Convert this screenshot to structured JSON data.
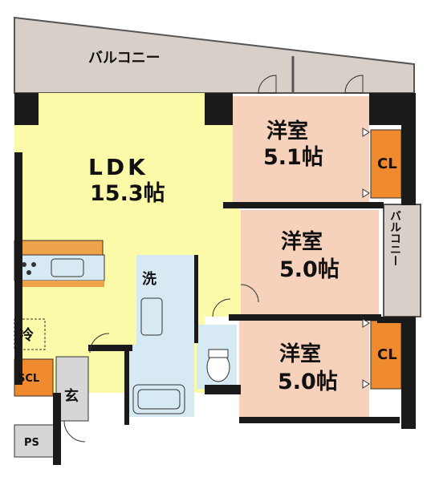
{
  "rooms": {
    "balcony_top": "バルコニー",
    "balcony_right": "バルコニー",
    "ldk": {
      "name": "LDK",
      "area": "15.3帖"
    },
    "bedroom1": {
      "name": "洋室",
      "area": "5.1帖"
    },
    "bedroom2": {
      "name": "洋室",
      "area": "5.0帖"
    },
    "bedroom3": {
      "name": "洋室",
      "area": "5.0帖"
    },
    "closet1": "CL",
    "closet2": "CL",
    "washroom": "洗",
    "fridge": "冷",
    "scl": "SCL",
    "entrance": "玄",
    "ps": "PS"
  },
  "colors": {
    "wall": "#1a1a1a",
    "ldk_floor": "#fbfaa9",
    "bedroom_floor": "#f6d2bd",
    "balcony": "#d8d0c8",
    "closet": "#f08a2e",
    "wet_area": "#d7eaf3",
    "kitchen_counter": "#f0a24a",
    "entrance": "#d6d6d6"
  }
}
